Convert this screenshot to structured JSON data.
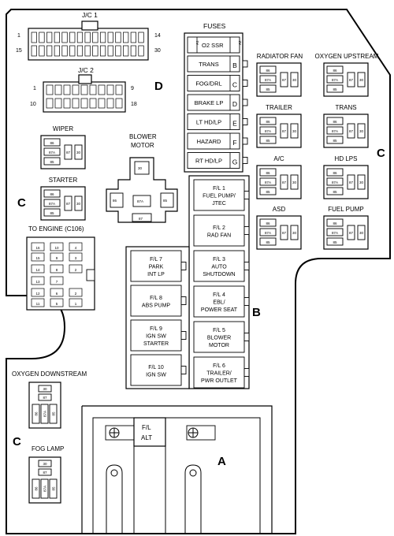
{
  "connectors": {
    "jc1": {
      "title": "J/C 1",
      "pin_top_left": "1",
      "pin_top_right": "14",
      "pin_bottom_left": "15",
      "pin_bottom_right": "30"
    },
    "jc2": {
      "title": "J/C 2",
      "pin_top_left": "1",
      "pin_top_right": "9",
      "pin_bottom_left": "10",
      "pin_bottom_right": "18"
    }
  },
  "fuses": {
    "title": "FUSES",
    "top": {
      "left": "A1",
      "center": "O2 SSR",
      "right": "A2"
    },
    "rows": [
      {
        "name": "TRANS",
        "letter": "B"
      },
      {
        "name": "FOG/DRL",
        "letter": "C"
      },
      {
        "name": "BRAKE LP",
        "letter": "D"
      },
      {
        "name": "LT HD/LP",
        "letter": "E"
      },
      {
        "name": "HAZARD",
        "letter": "F"
      },
      {
        "name": "RT HD/LP",
        "letter": "G"
      }
    ]
  },
  "relays": {
    "pin_labels": {
      "p86": "86",
      "p87a": "87A",
      "p85": "85",
      "p87": "87",
      "p30": "30"
    },
    "radiator_fan": "RADIATOR FAN",
    "oxygen_upstream": "OXYGEN UPSTREAM",
    "trailer": "TRAILER",
    "trans": "TRANS",
    "ac": "A/C",
    "hd_lps": "HD LPS",
    "asd": "ASD",
    "fuel_pump": "FUEL PUMP",
    "wiper": "WIPER",
    "starter": "STARTER",
    "oxygen_downstream": "OXYGEN DOWNSTREAM",
    "fog_lamp": "FOG LAMP"
  },
  "blower_motor": {
    "line1": "BLOWER",
    "line2": "MOTOR",
    "pins": {
      "top": "30",
      "left": "86",
      "center": "87A",
      "right": "85",
      "bottom": "87"
    }
  },
  "to_engine": {
    "title": "TO ENGINE (C106)",
    "rows": [
      [
        "16",
        "10",
        "4"
      ],
      [
        "15",
        "9",
        "3"
      ],
      [
        "14",
        "8",
        "2"
      ],
      [
        "13",
        "7"
      ],
      [
        "12",
        "6",
        "2"
      ],
      [
        "11",
        "5",
        "1"
      ]
    ]
  },
  "fusible_links_right": [
    [
      "F/L 1",
      "FUEL PUMP/",
      "JTEC"
    ],
    [
      "F/L 2",
      "RAD FAN"
    ],
    [
      "F/L 3",
      "AUTO",
      "SHUTDOWN"
    ],
    [
      "F/L 4",
      "EBL/",
      "POWER SEAT"
    ],
    [
      "F/L 5",
      "BLOWER",
      "MOTOR"
    ],
    [
      "F/L 6",
      "TRAILER/",
      "PWR OUTLET"
    ]
  ],
  "fusible_links_left": [
    [
      "F/L 7",
      "PARK",
      "INT LP"
    ],
    [
      "F/L 8",
      "ABS PUMP"
    ],
    [
      "F/L 9",
      "IGN SW",
      "STARTER"
    ],
    [
      "F/L 10",
      "IGN SW"
    ]
  ],
  "alt": {
    "line1": "F/L",
    "line2": "ALT"
  },
  "section_labels": {
    "a": "A",
    "b": "B",
    "c": "C",
    "d": "D"
  }
}
